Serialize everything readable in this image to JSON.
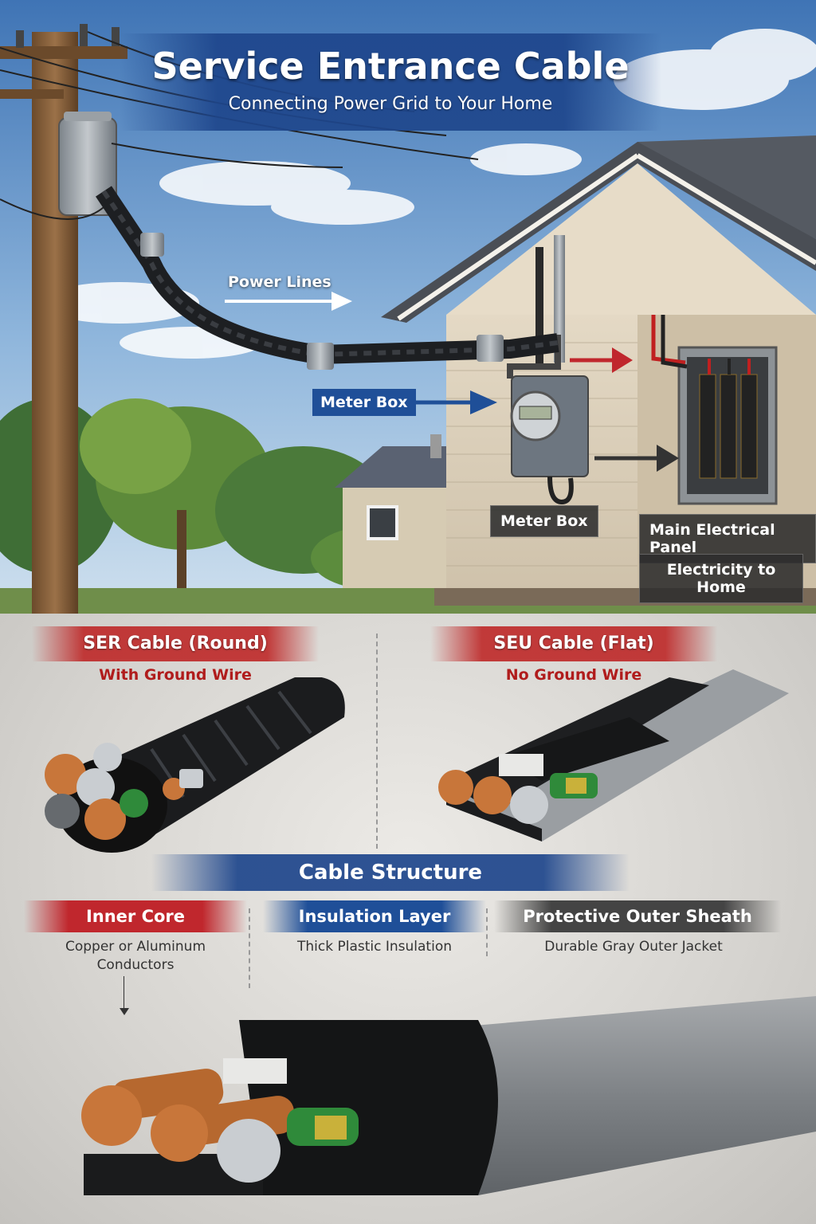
{
  "header": {
    "title": "Service Entrance Cable",
    "subtitle": "Connecting Power Grid to Your Home"
  },
  "scene_labels": {
    "power_lines": "Power Lines",
    "meter_box_arrow": "Meter Box",
    "meter_box_tag": "Meter Box",
    "main_panel": "Main Electrical Panel",
    "electricity_to_home": "Electricity to Home"
  },
  "cable_types": [
    {
      "name": "SER Cable (Round)",
      "note": "With Ground Wire"
    },
    {
      "name": "SEU Cable (Flat)",
      "note": "No Ground Wire"
    }
  ],
  "structure": {
    "heading": "Cable Structure",
    "columns": [
      {
        "title": "Inner Core",
        "description": "Copper or Aluminum Conductors",
        "color": "#c0272d"
      },
      {
        "title": "Insulation Layer",
        "description": "Thick Plastic Insulation",
        "color": "#1f4f98"
      },
      {
        "title": "Protective Outer Sheath",
        "description": "Durable Gray Outer Jacket",
        "color": "#444444"
      }
    ]
  },
  "colors": {
    "accent_blue": "#1f4f98",
    "accent_red": "#c0272d",
    "copper": "#c8763a",
    "aluminum": "#c9cdd1",
    "jacket_gray": "#8a8d90"
  }
}
